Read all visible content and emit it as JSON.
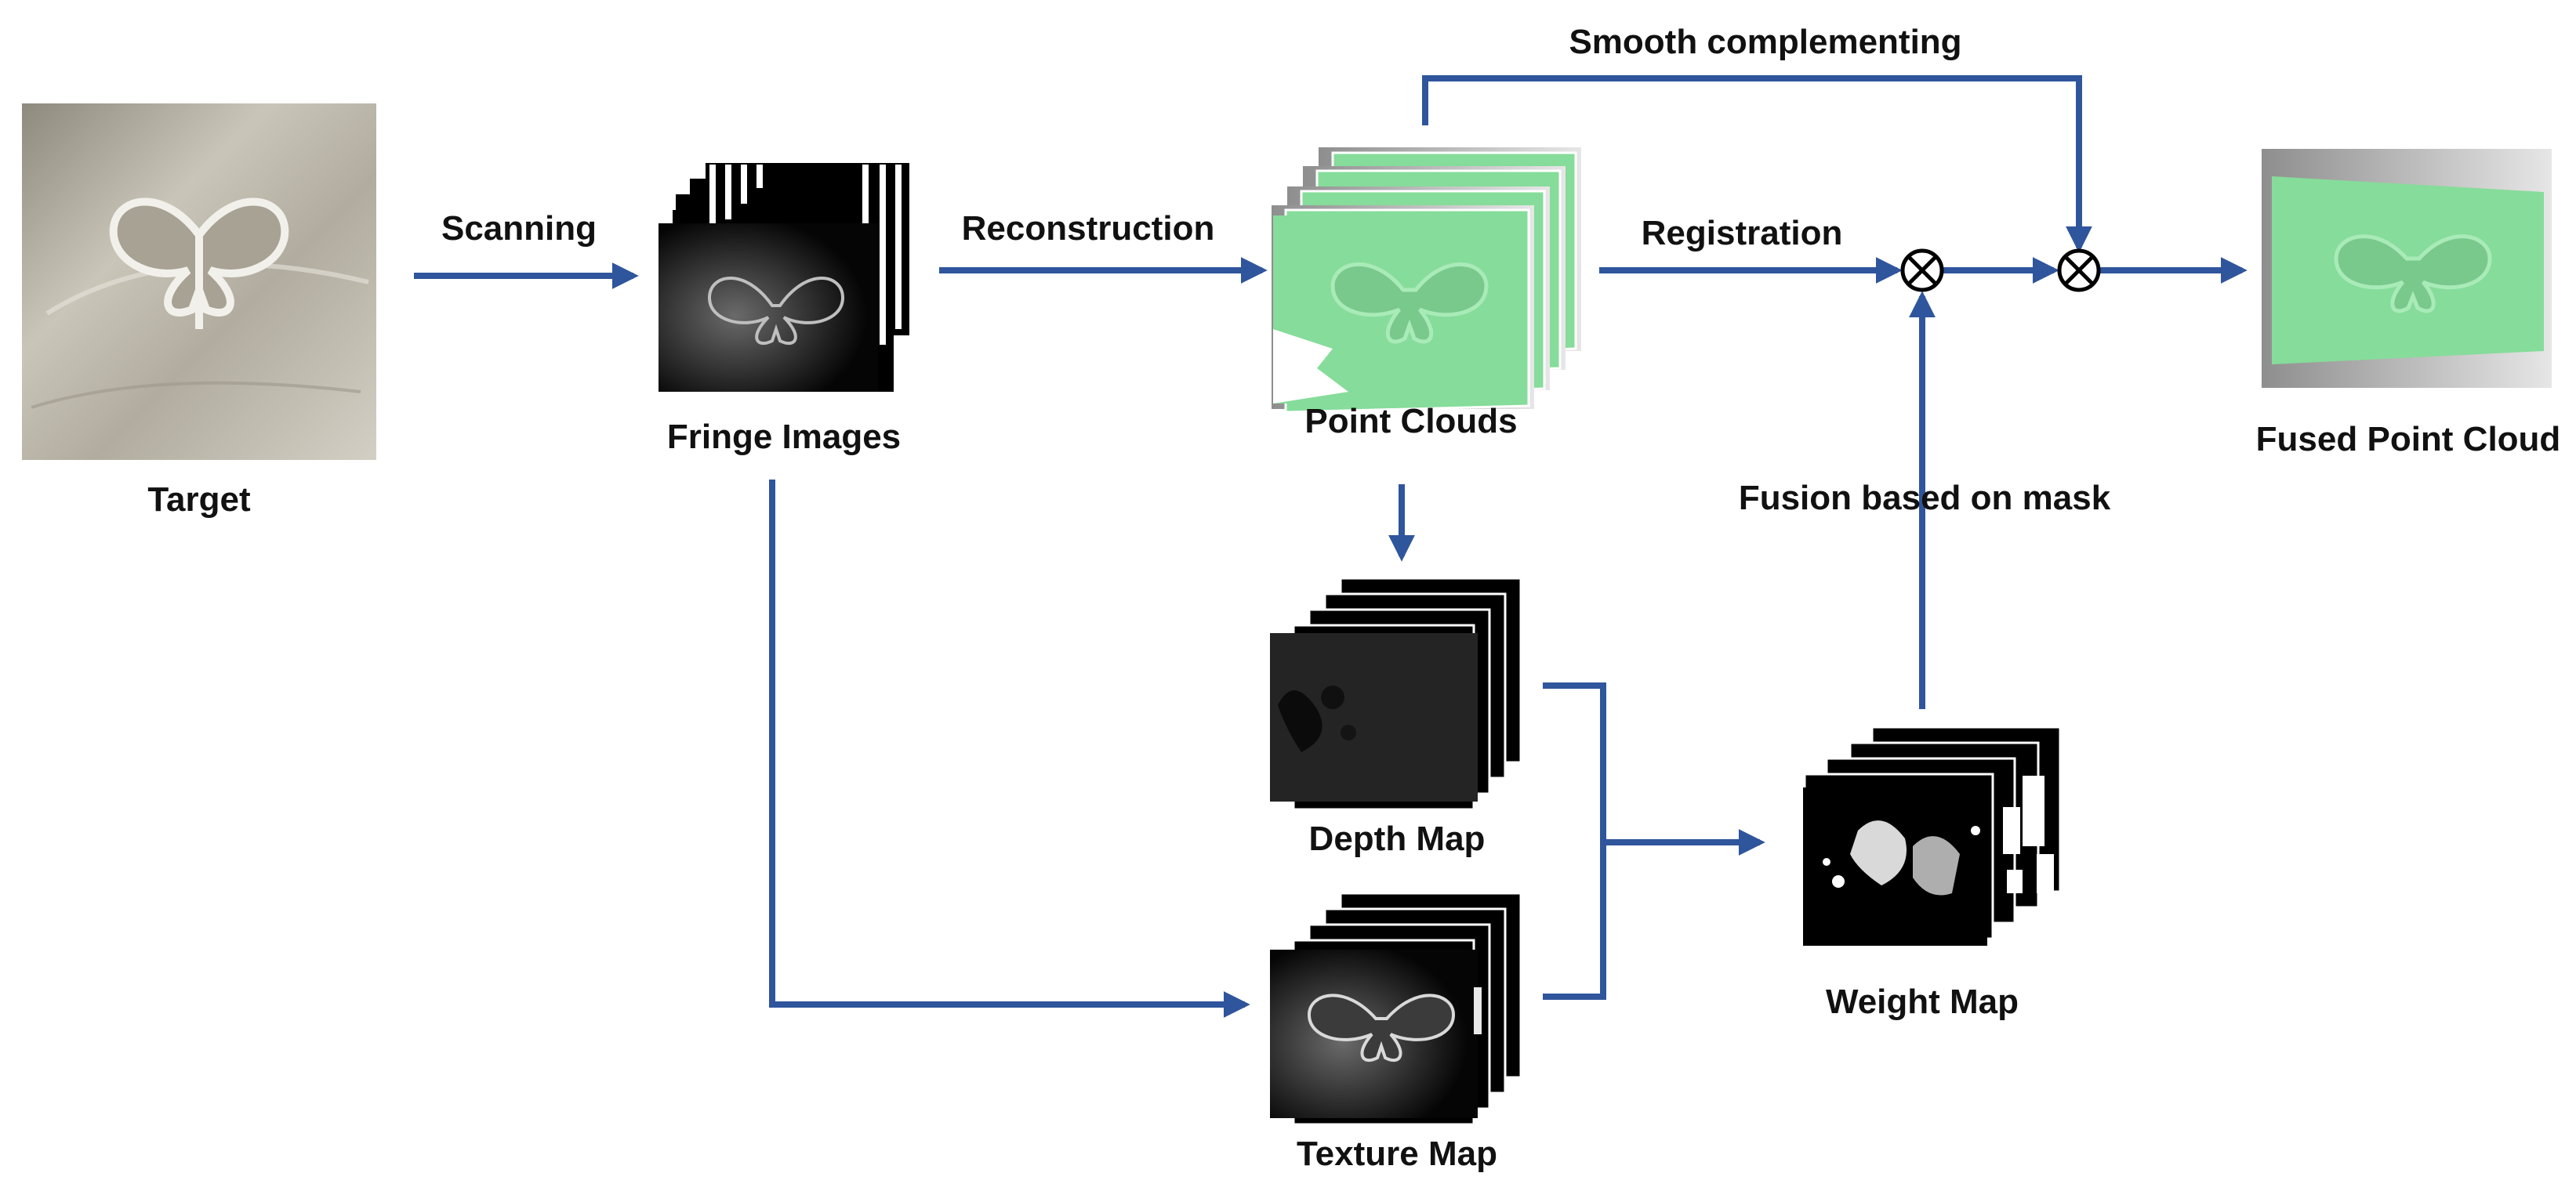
{
  "labels": {
    "target": "Target",
    "fringe_images": "Fringe Images",
    "point_clouds": "Point Clouds",
    "depth_map": "Depth Map",
    "texture_map": "Texture Map",
    "weight_map": "Weight Map",
    "fused_point_cloud": "Fused Point Cloud"
  },
  "edges": {
    "scanning": "Scanning",
    "reconstruction": "Reconstruction",
    "registration": "Registration",
    "smooth_complementing": "Smooth complementing",
    "fusion_based_on_mask": "Fusion based on mask"
  },
  "colors": {
    "arrow": "#2f559c",
    "point_cloud": "#86dc9a",
    "metal": "#b9b4a6",
    "label": "#111111"
  },
  "icons": {
    "operator": "circled-times-icon"
  }
}
